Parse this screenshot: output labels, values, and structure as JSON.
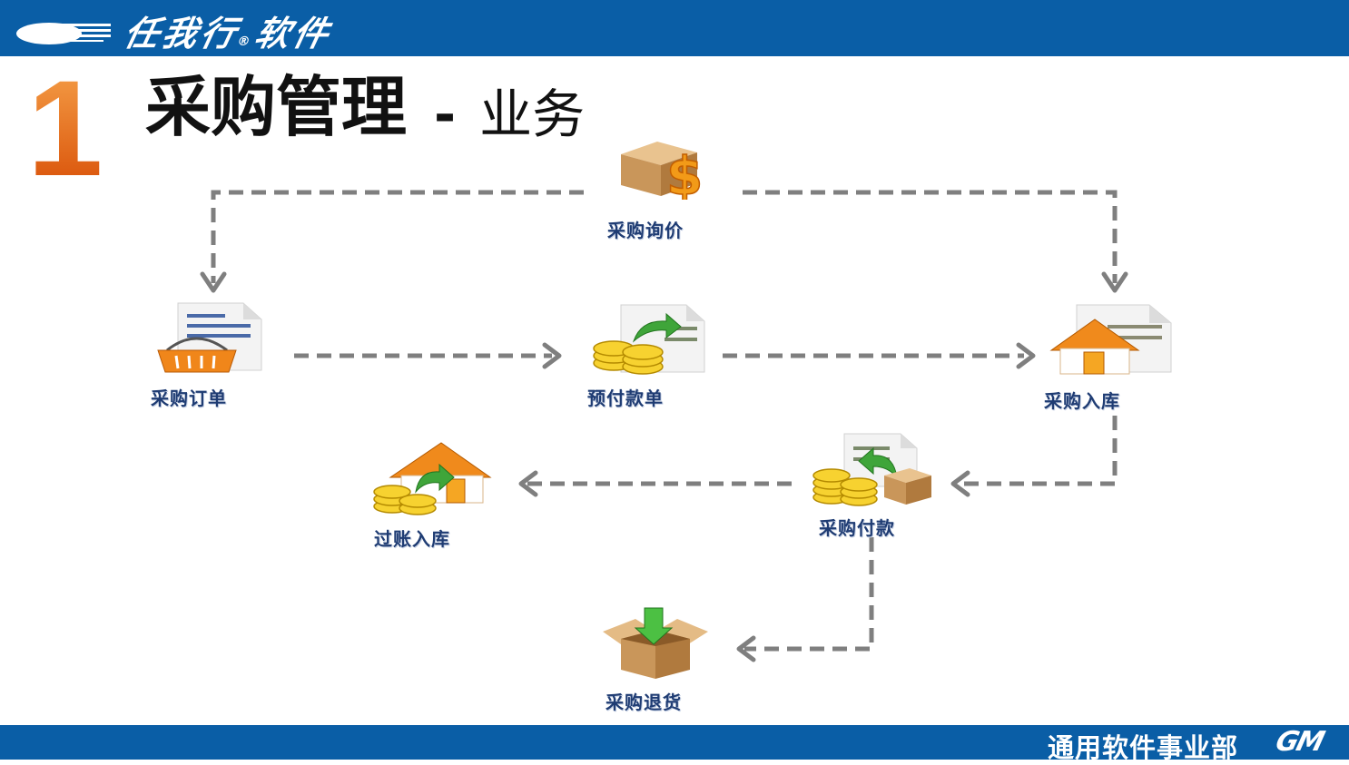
{
  "header": {
    "brand": "任我行",
    "brand_suffix": "软件"
  },
  "footer": {
    "department": "通用软件事业部",
    "logo_text": "GM"
  },
  "slide": {
    "number": "1",
    "title": "采购管理",
    "separator": "-",
    "subtitle": "业务"
  },
  "diagram": {
    "nodes": [
      {
        "id": "inquiry",
        "label": "采购询价",
        "icon": "box-dollar-icon"
      },
      {
        "id": "order",
        "label": "采购订单",
        "icon": "basket-document-icon"
      },
      {
        "id": "prepay",
        "label": "预付款单",
        "icon": "coins-document-icon"
      },
      {
        "id": "stockin",
        "label": "采购入库",
        "icon": "house-document-icon"
      },
      {
        "id": "payment",
        "label": "采购付款",
        "icon": "coins-refund-icon"
      },
      {
        "id": "posting",
        "label": "过账入库",
        "icon": "house-coins-icon"
      },
      {
        "id": "return",
        "label": "采购退货",
        "icon": "box-down-arrow-icon"
      }
    ]
  },
  "colors": {
    "bar": "#0a5ea6",
    "arrow": "#7f7f7f",
    "label": "#1f3c73",
    "number": "#e8650f"
  }
}
